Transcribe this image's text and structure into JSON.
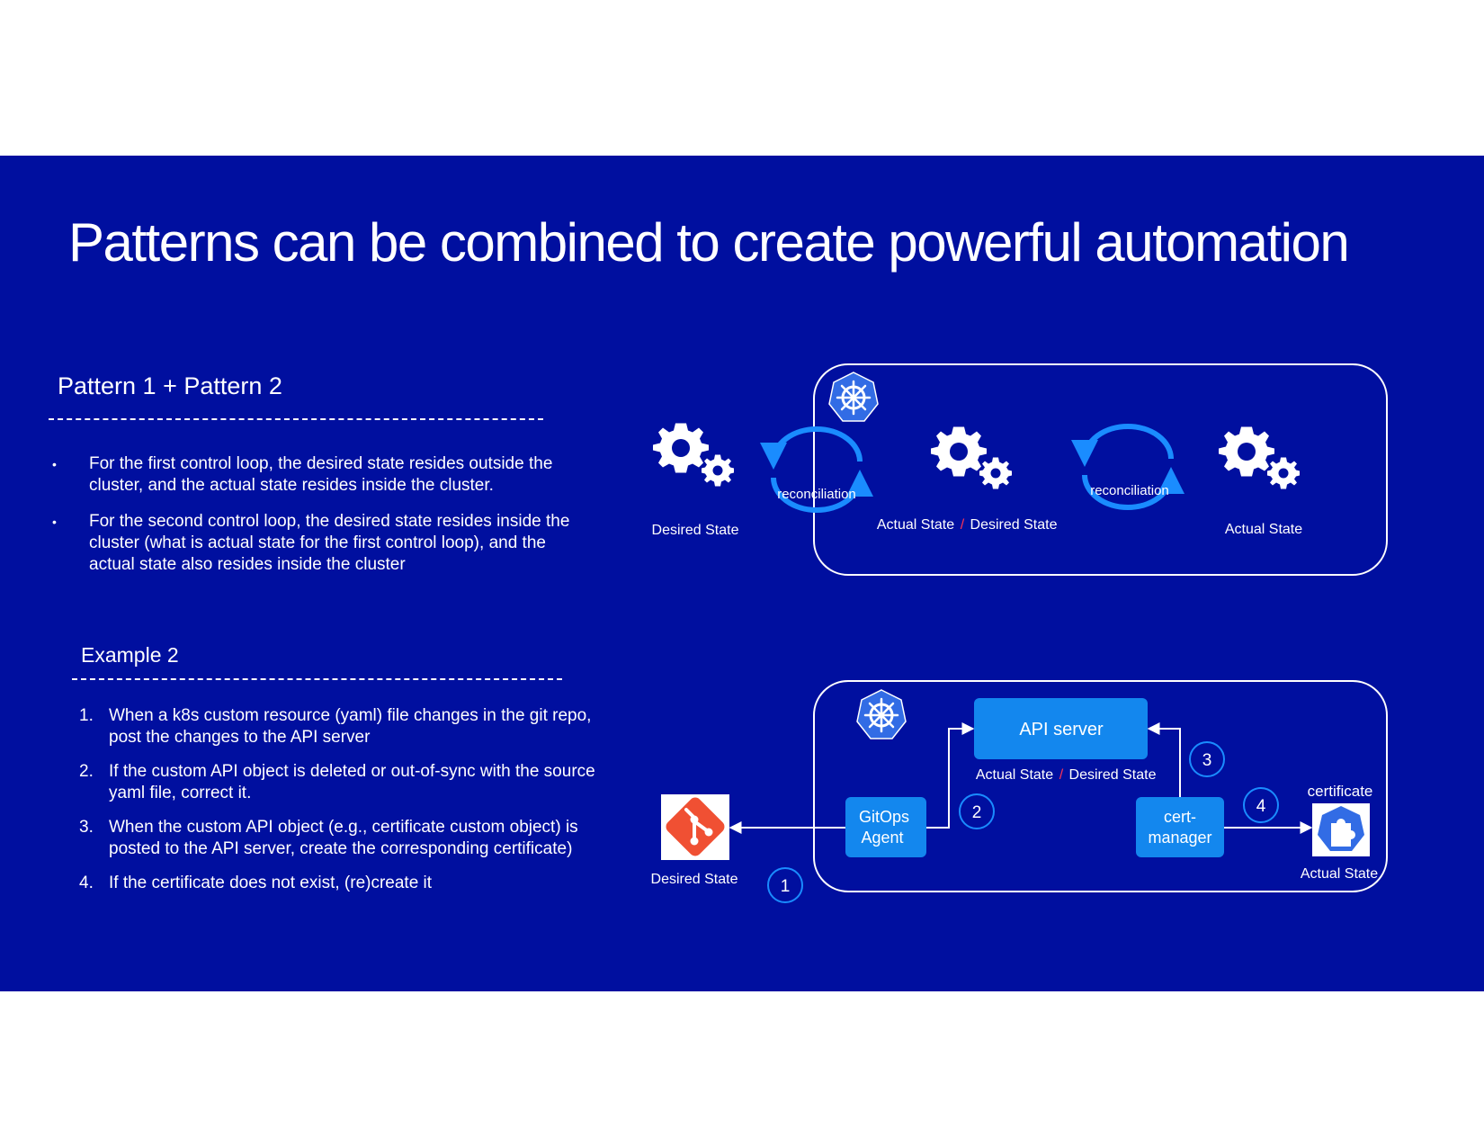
{
  "title": "Patterns can be combined to create powerful automation",
  "pattern_section": {
    "heading": "Pattern 1 + Pattern 2",
    "bullets": [
      "For the first control loop, the desired state resides outside the cluster, and the actual state resides inside the cluster.",
      "For the second control loop, the desired state resides inside the cluster (what is actual state for the first control loop), and the actual state also resides inside the cluster"
    ]
  },
  "example_section": {
    "heading": "Example 2",
    "steps": [
      {
        "num": "1.",
        "text": "When a k8s custom resource (yaml) file changes in the git repo, post the changes to the API server"
      },
      {
        "num": "2.",
        "text": "If the custom API object is deleted or out-of-sync with the source yaml file, correct it."
      },
      {
        "num": "3.",
        "text": "When the custom API object (e.g., certificate custom object) is posted to the API server, create the corresponding certificate)"
      },
      {
        "num": "4.",
        "text": "If the certificate does not exist, (re)create it"
      }
    ]
  },
  "diagram_top": {
    "left_label": "Desired State",
    "reconciliation_1": "reconciliation",
    "middle_label_actual": "Actual State",
    "separator": "/",
    "middle_label_desired": "Desired State",
    "reconciliation_2": "reconciliation",
    "right_label": "Actual State"
  },
  "diagram_bottom": {
    "git_label": "Desired State",
    "api_server": "API server",
    "api_label_actual": "Actual State",
    "separator": "/",
    "api_label_desired": "Desired State",
    "gitops_line1": "GitOps",
    "gitops_line2": "Agent",
    "cert_manager_line1": "cert-",
    "cert_manager_line2": "manager",
    "certificate_title": "certificate",
    "certificate_label": "Actual State",
    "steps": [
      "1",
      "2",
      "3",
      "4"
    ]
  },
  "colors": {
    "background": "#000f9f",
    "box_blue": "#1387ee",
    "icon_blue": "#326ce5",
    "git_orange": "#f05033",
    "separator_red": "#ff3355",
    "arrow_blue": "#1a8cff"
  },
  "icons": [
    "gear-icon",
    "kubernetes-helm-icon",
    "git-icon",
    "certificate-puzzle-icon",
    "reconciliation-cycle-icon"
  ]
}
